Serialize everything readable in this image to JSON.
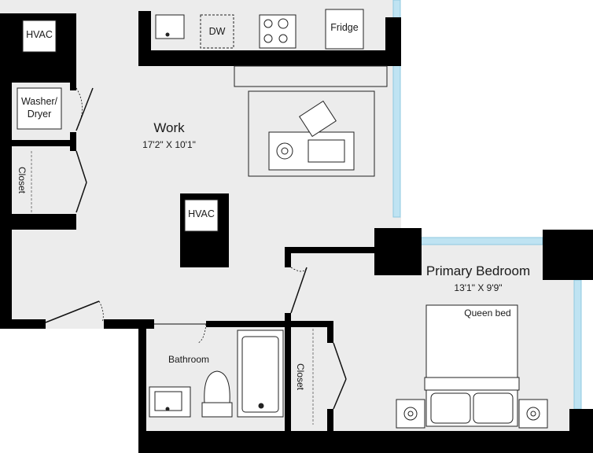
{
  "rooms": {
    "work": {
      "name": "Work",
      "dims": "17'2\" X 10'1\""
    },
    "bedroom": {
      "name": "Primary Bedroom",
      "dims": "13'1\" X 9'9\""
    },
    "bathroom": {
      "name": "Bathroom"
    }
  },
  "fixtures": {
    "hvac_top": "HVAC",
    "hvac_center": "HVAC",
    "washer_dryer_line1": "Washer/",
    "washer_dryer_line2": "Dryer",
    "closet_left": "Closet",
    "closet_bath": "Closet",
    "dishwasher": "DW",
    "fridge": "Fridge",
    "bed": "Queen bed"
  },
  "colors": {
    "wall": "#000000",
    "floor": "#ececec",
    "window": "#bfe3f2",
    "fixture_fill": "#ffffff",
    "line": "#222222"
  }
}
